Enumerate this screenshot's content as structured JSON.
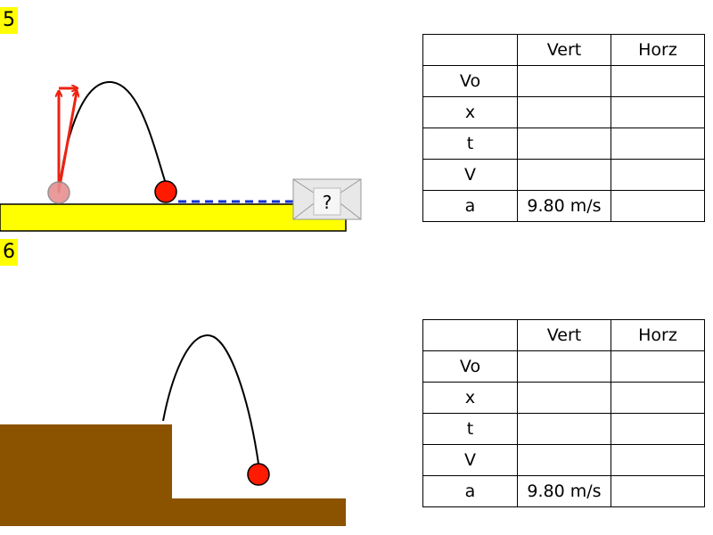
{
  "problems": [
    {
      "number": "5",
      "mystery_label": "?",
      "table": {
        "headers": [
          "",
          "Vert",
          "Horz"
        ],
        "rows": [
          {
            "label": "Vo",
            "vert": "",
            "horz": ""
          },
          {
            "label": "x",
            "vert": "",
            "horz": ""
          },
          {
            "label": "t",
            "vert": "",
            "horz": ""
          },
          {
            "label": "V",
            "vert": "",
            "horz": ""
          },
          {
            "label": "a",
            "vert": "9.80 m/s",
            "horz": ""
          }
        ]
      }
    },
    {
      "number": "6",
      "table": {
        "headers": [
          "",
          "Vert",
          "Horz"
        ],
        "rows": [
          {
            "label": "Vo",
            "vert": "",
            "horz": ""
          },
          {
            "label": "x",
            "vert": "",
            "horz": ""
          },
          {
            "label": "t",
            "vert": "",
            "horz": ""
          },
          {
            "label": "V",
            "vert": "",
            "horz": ""
          },
          {
            "label": "a",
            "vert": "9.80 m/s",
            "horz": ""
          }
        ]
      }
    }
  ],
  "colors": {
    "badge": "#ffff00",
    "platform": "#ffff00",
    "ground": "#8b5200",
    "ball": "#ff1a00",
    "arrow": "#ee2211",
    "dashed_line": "#1133cc"
  }
}
